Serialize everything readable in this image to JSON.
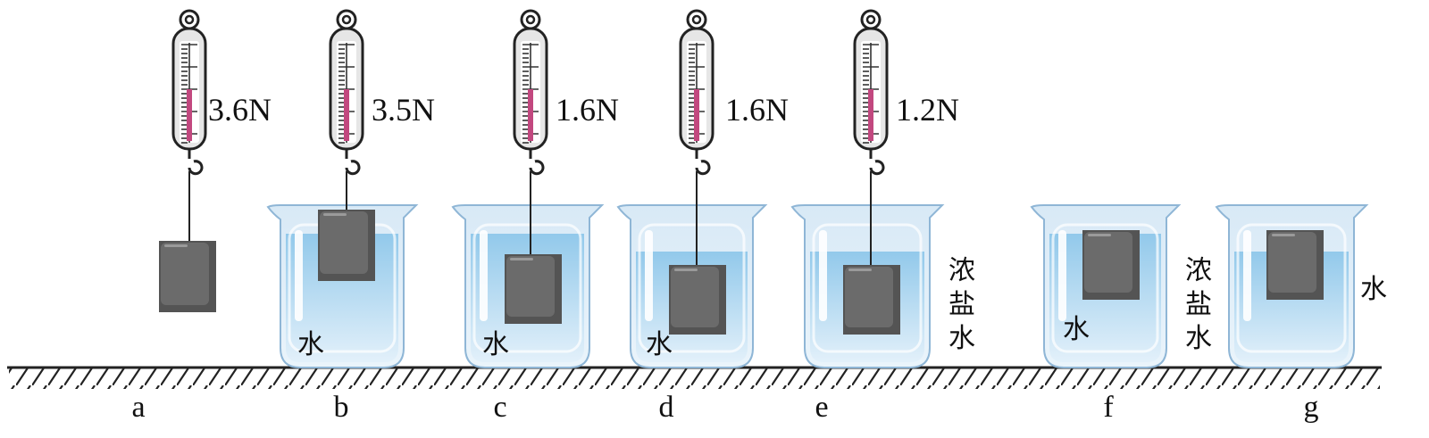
{
  "setups": [
    {
      "letter": "a",
      "reading": "3.6N",
      "liquid": ""
    },
    {
      "letter": "b",
      "reading": "3.5N",
      "liquid": "水"
    },
    {
      "letter": "c",
      "reading": "1.6N",
      "liquid": "水"
    },
    {
      "letter": "d",
      "reading": "1.6N",
      "liquid": "水"
    },
    {
      "letter": "e",
      "reading": "1.2N",
      "liquid": "浓盐水"
    },
    {
      "letter": "f",
      "reading": "",
      "liquid": "水"
    },
    {
      "letter": "g",
      "reading": "",
      "liquid": "水"
    }
  ],
  "extra_labels": {
    "between_f_g": "浓盐水"
  },
  "colors": {
    "water_top": "#a9d3ef",
    "water_bottom": "#dcedf9",
    "glass": "#c9dff0",
    "glass_edge": "#8fb6d6",
    "block": "#6b6b6b",
    "block_dark": "#545454",
    "scale_fill": "#e6e6e6",
    "scale_edge": "#222222",
    "scale_pointer": "#c2487f"
  }
}
